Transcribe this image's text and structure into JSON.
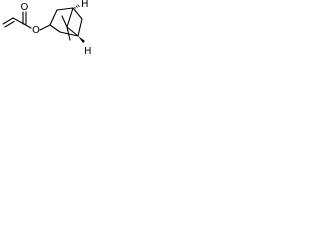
{
  "diagram": {
    "type": "chemical-structure",
    "atoms": {
      "ester_oxygen": "O",
      "carbonyl_oxygen": "O"
    },
    "stereo_hydrogens": {
      "top": "H",
      "bottom": "H"
    },
    "colors": {
      "bond": "#000000",
      "background": "#ffffff"
    }
  }
}
